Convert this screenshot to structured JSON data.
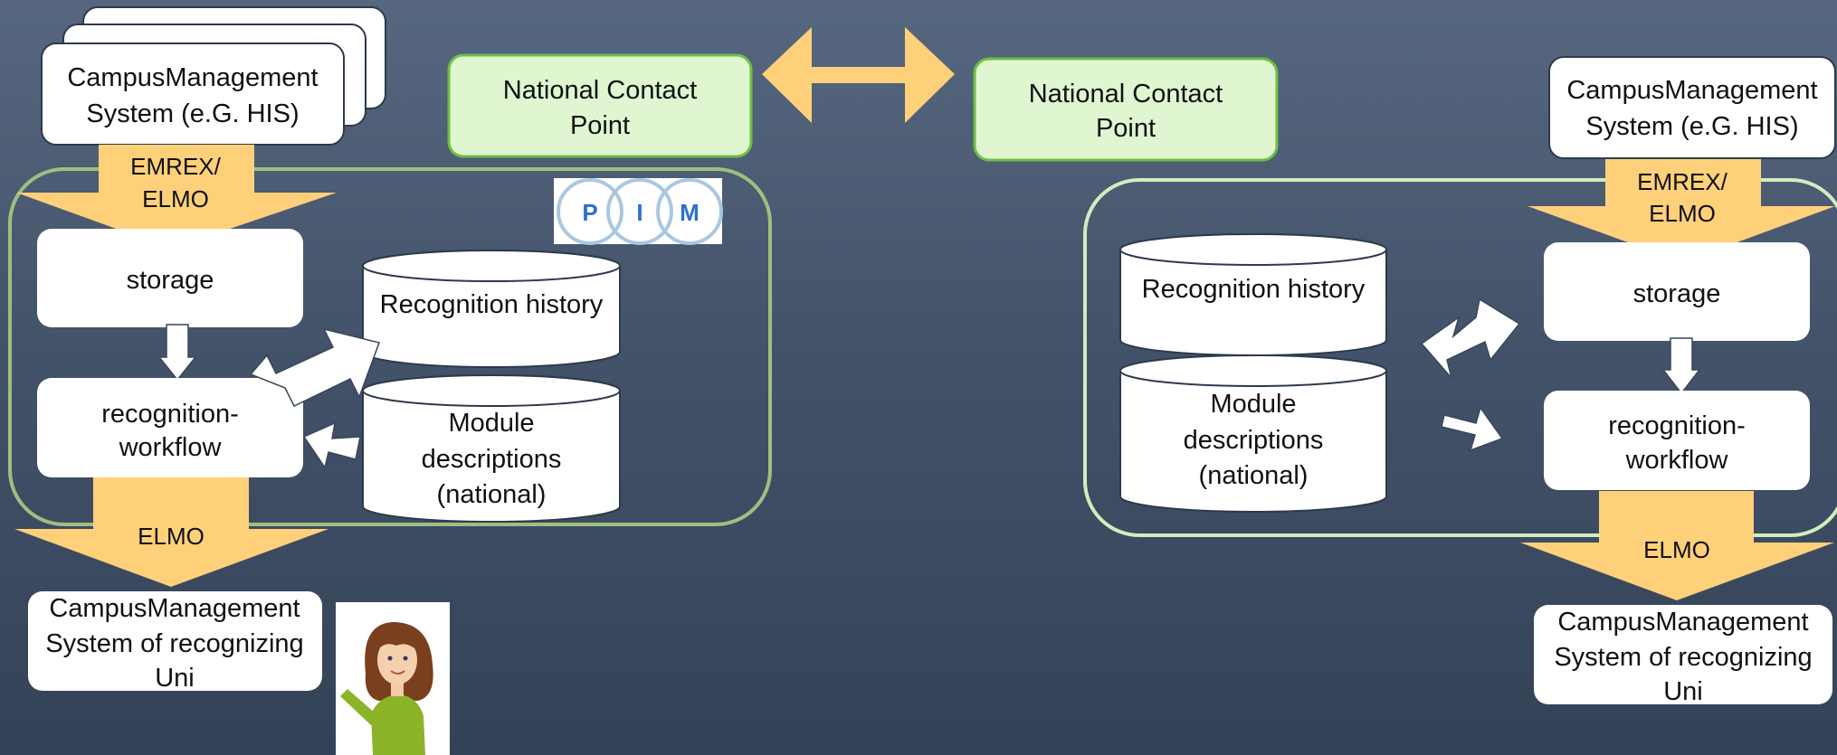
{
  "colors": {
    "background_top": "#56677f",
    "background_bottom": "#344257",
    "box_fill": "#ffffff",
    "ncp_fill": "#dff6d0",
    "ncp_border": "#6dbf45",
    "group_border_left": "#9fbf80",
    "group_border_right": "#d3ecbd",
    "orange_arrow": "#ffd07a",
    "text": "#111111",
    "pim_letters": "#2c6fd1",
    "pim_circles": "#a9c8e0"
  },
  "national_contact_points": {
    "left": [
      "National Contact",
      "Point"
    ],
    "right": [
      "National Contact",
      "Point"
    ]
  },
  "left": {
    "campus_source": [
      "CampusManagement",
      "System (e.G. HIS)"
    ],
    "emrex_arrow": [
      "EMREX/",
      "ELMO"
    ],
    "storage": "storage",
    "recognition_workflow": [
      "recognition-",
      "workflow"
    ],
    "recognition_history": "Recognition history",
    "module_descriptions": [
      "Module",
      "descriptions",
      "(national)"
    ],
    "elmo_arrow": "ELMO",
    "campus_target": [
      "CampusManagement",
      "System of recognizing",
      "Uni"
    ],
    "pim_logo": [
      "P",
      "I",
      "M"
    ],
    "avatar_icon": "woman-waving-avatar"
  },
  "right": {
    "campus_source": [
      "CampusManagement",
      "System (e.G. HIS)"
    ],
    "emrex_arrow": [
      "EMREX/",
      "ELMO"
    ],
    "storage": "storage",
    "recognition_workflow": [
      "recognition-",
      "workflow"
    ],
    "recognition_history": "Recognition history",
    "module_descriptions": [
      "Module",
      "descriptions",
      "(national)"
    ],
    "elmo_arrow": "ELMO",
    "campus_target": [
      "CampusManagement",
      "System of recognizing",
      "Uni"
    ]
  }
}
